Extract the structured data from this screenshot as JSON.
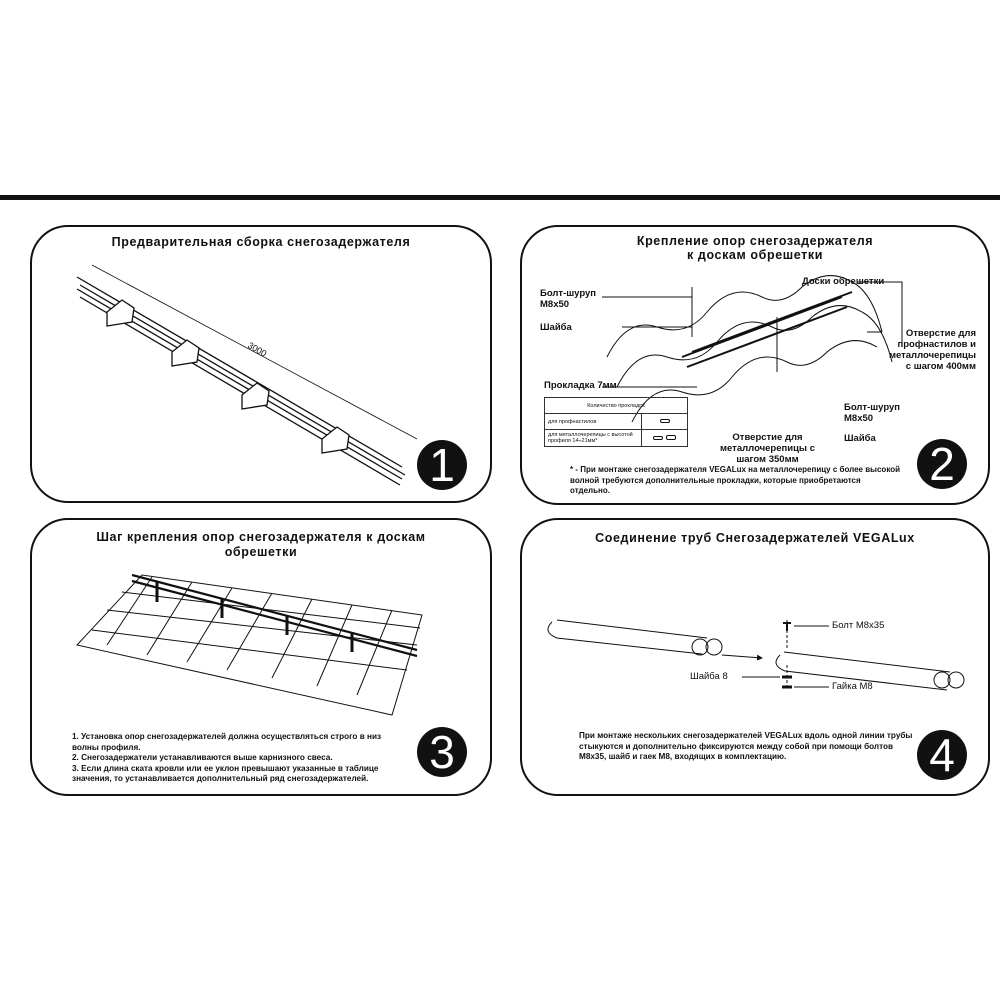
{
  "panels": [
    {
      "title": "Предварительная сборка снегозадержателя",
      "number": "1",
      "dimension": "3000"
    },
    {
      "title_line1": "Крепление опор снегозадержателя",
      "title_line2": "к доскам обрешетки",
      "number": "2",
      "labels": {
        "bolt_left": "Болт-шуруп\nМ8х50",
        "washer_left": "Шайба",
        "boards": "Доски обрешетки",
        "hole_400": "Отверстие для\nпрофнастилов и\nметаллочерепицы\nс шагом 400мм",
        "gasket": "Прокладка 7мм",
        "bolt_right": "Болт-шуруп\nМ8х50",
        "washer_right": "Шайба",
        "hole_350": "Отверстие для\nметаллочерепицы с\nшагом 350мм"
      },
      "table": {
        "header": "Количество прокладок",
        "rows": [
          {
            "label": "для профнастилов",
            "count": 1
          },
          {
            "label": "для металлочерепицы с высотой профиля 14÷21мм*",
            "count": 2
          }
        ]
      },
      "footnote": "* - При монтаже снегозадержателя VEGALux на металлочерепицу с более высокой волной требуются дополнительные прокладки, которые приобретаются отдельно."
    },
    {
      "title": "Шаг крепления опор снегозадержателя к доскам обрешетки",
      "number": "3",
      "notes": [
        "1. Установка опор снегозадержателей должна осуществляться строго в низ волны профиля.",
        "2. Снегозадержатели устанавливаются выше карнизного свеса.",
        "3. Если длина ската кровли или ее уклон превышают указанные в таблице значения, то устанавливается дополнительный ряд снегозадержателей."
      ]
    },
    {
      "title": "Соединение труб Снегозадержателей VEGALux",
      "number": "4",
      "labels": {
        "bolt": "Болт М8х35",
        "washer": "Шайба 8",
        "nut": "Гайка М8"
      },
      "note": "При монтаже нескольких снегозадержателей VEGALux вдоль одной линии трубы стыкуются и дополнительно фиксируются между собой при помощи болтов М8х35, шайб и гаек М8, входящих в комплектацию."
    }
  ]
}
